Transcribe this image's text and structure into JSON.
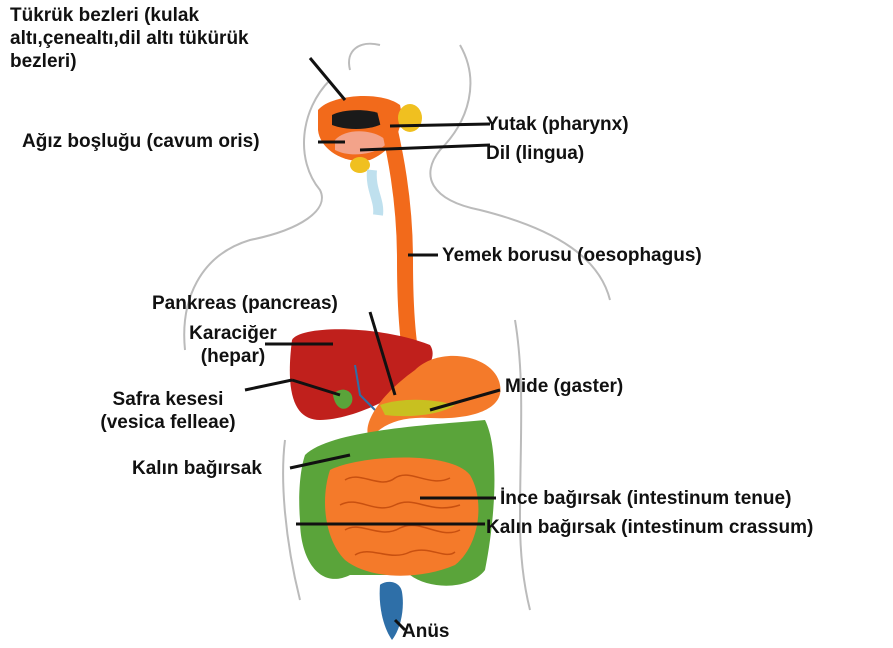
{
  "labels": {
    "salivary": [
      "Tükrük bezleri (kulak",
      "altı,çenealtı,dil altı tükürük",
      "bezleri)"
    ],
    "mouth": "Ağız boşluğu (cavum oris)",
    "pharynx": "Yutak (pharynx)",
    "tongue": "Dil (lingua)",
    "esophagus": "Yemek borusu (oesophagus)",
    "pancreas": "Pankreas (pancreas)",
    "liver": [
      "Karaciğer",
      "(hepar)"
    ],
    "gallbladder": [
      "Safra kesesi",
      "(vesica felleae)"
    ],
    "stomach": "Mide (gaster)",
    "large_intestine_short": "Kalın bağırsak",
    "small_intestine": "İnce bağırsak (intestinum tenue)",
    "large_intestine": "Kalın bağırsak (intestinum crassum)",
    "anus": "Anüs"
  },
  "colors": {
    "esophagus": "#f26a1b",
    "liver": "#c0201c",
    "large_intestine": "#5aa43a",
    "small_intestine": "#f47a2a",
    "salivary": "#f0c020",
    "rectum": "#2e6fa8",
    "outline": "#bbbbbb",
    "leader": "#111111"
  }
}
